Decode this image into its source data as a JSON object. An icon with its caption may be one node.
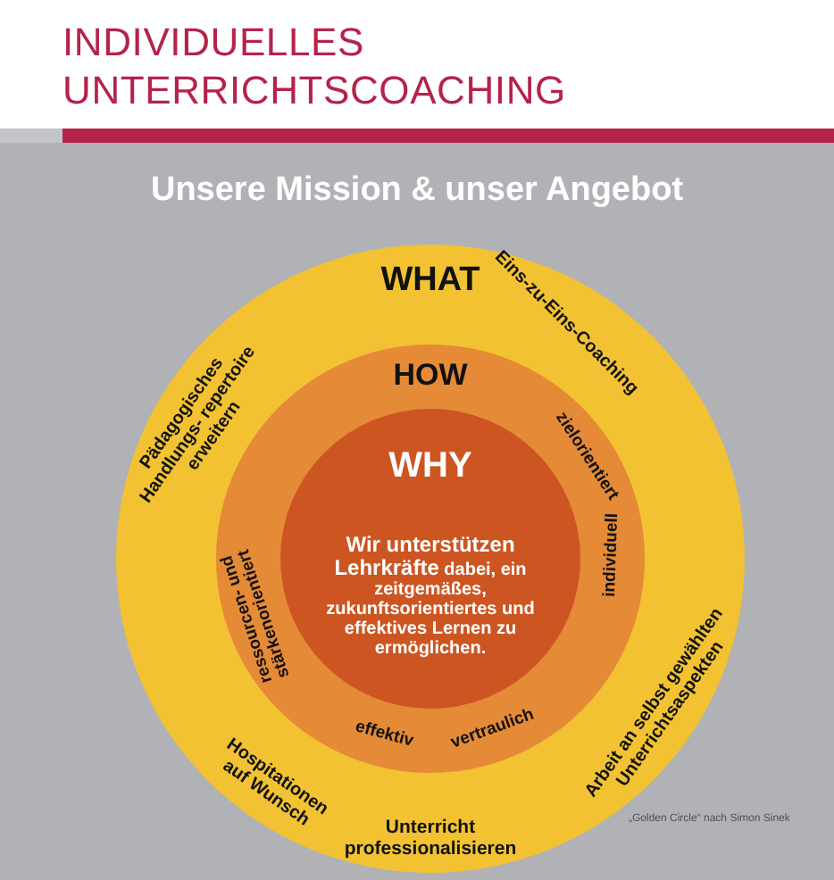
{
  "diagram": {
    "title": "INDIVIDUELLES UNTERRICHTSCOACHING",
    "nodes": [
      {
        "text": [
          "WHAT",
          "Eins-zu-Eins-Coaching",
          "Arbeit an selbst gewählten Unterrichtsaspekten",
          "Unterricht professionalisieren",
          "Hospitationen auf Wunsch",
          "Pädagogisches Handlungs- repertoire erweitern"
        ]
      },
      {
        "text": [
          "HOW",
          "zielorientiert",
          "individuell",
          "vertraulich",
          "effektiv",
          "ressourcen- und stärkenorientiert"
        ],
        "in": 0
      },
      {
        "text": [
          "WHY",
          "**Wir unterstützen Lehrkräfte** dabei, ein zeitgemäßes, zukunftsorientiertes und effektives Lernen zu ermöglichen."
        ],
        "in": 1
      }
    ],
    "edges": [],
    "labels": [
      "Unsere Mission & unser Angebot",
      "„Golden Circle“ nach Simon Sinek"
    ]
  }
}
